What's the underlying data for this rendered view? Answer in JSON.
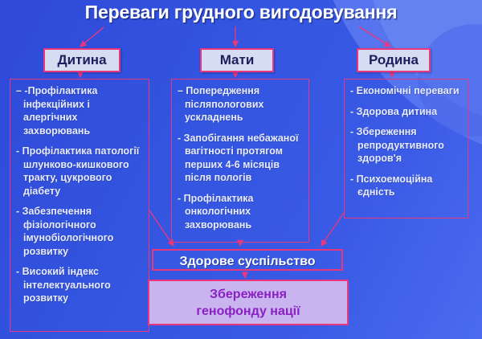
{
  "slide": {
    "title": "Переваги грудного вигодовування",
    "background_color": "#3355e0",
    "accent_color": "#e8377d"
  },
  "columns": [
    {
      "header": "Дитина",
      "items": [
        "– -Профілактика інфекційних і алергічних захворювань",
        "- Профілактика патології шлунково-кишкового тракту, цукрового діабету",
        "- Забезпечення фізіологічного імунобіологічного розвитку",
        "- Високий індекс інтелектуального розвитку"
      ]
    },
    {
      "header": "Мати",
      "items": [
        "– Попередження післяпологових ускладнень",
        "- Запобігання небажаної вагітності протягом перших 4-6 місяців після пологів",
        "- Профілактика онкологічних захворювань"
      ]
    },
    {
      "header": "Родина",
      "items": [
        "- Економічні переваги",
        "- Здорова дитина",
        "- Збереження репродуктивного здоров'я",
        "- Психоемоційна єдність"
      ]
    }
  ],
  "conclusions": {
    "society": "Здорове суспільство",
    "genefund": "Збереження\nгенофонду нації",
    "genefund_text_color": "#8a1fc4",
    "genefund_fill_color": "#c9b4ef"
  }
}
